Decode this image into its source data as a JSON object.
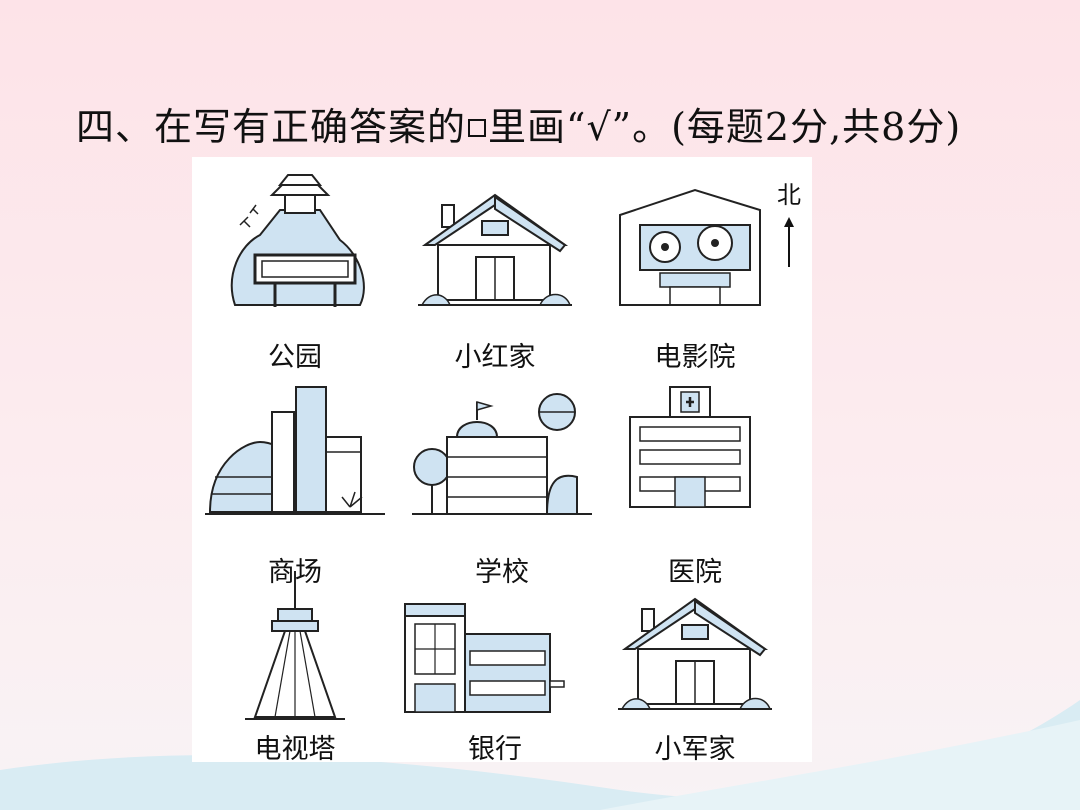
{
  "title": {
    "prefix": "四、在写有正确答案的",
    "suffix": "里画“√”。(每题2分,共8分)"
  },
  "compass": {
    "north_label": "北"
  },
  "places": [
    {
      "label": "公园",
      "icon": "park-pavilion-icon"
    },
    {
      "label": "小红家",
      "icon": "house-icon"
    },
    {
      "label": "电影院",
      "icon": "cinema-icon"
    },
    {
      "label": "商场",
      "icon": "mall-icon"
    },
    {
      "label": "学校",
      "icon": "school-icon"
    },
    {
      "label": "医院",
      "icon": "hospital-icon"
    },
    {
      "label": "电视塔",
      "icon": "tv-tower-icon"
    },
    {
      "label": "银行",
      "icon": "bank-icon"
    },
    {
      "label": "小军家",
      "icon": "house-icon"
    }
  ],
  "colors": {
    "building_fill": "#cfe3f2",
    "line": "#222222",
    "wave": "#d9ecf3"
  }
}
